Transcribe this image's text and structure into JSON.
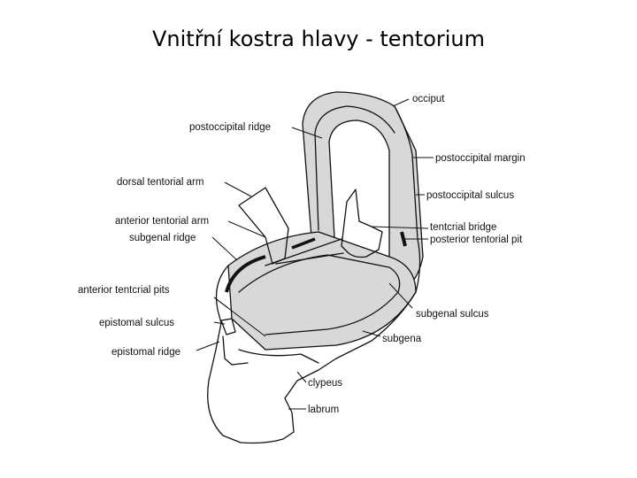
{
  "title": "Vnitřní kostra hlavy - tentorium",
  "labels": {
    "occiput": "occiput",
    "postoccipital_ridge": "postoccipital ridge",
    "postoccipital_margin": "postoccipital margin",
    "dorsal_tentorial_arm": "dorsal tentorial arm",
    "postoccipital_sulcus": "postoccipital sulcus",
    "anterior_tentorial_arm": "anterior tentorial arm",
    "tentorial_bridge": "tentcrial bridge",
    "subgenal_ridge": "subgenal ridge",
    "posterior_tentorial_pit": "posterior tentorial pit",
    "anterior_tentorial_pits": "anterior tentcrial pits",
    "subgenal_sulcus": "subgenal sulcus",
    "epistomal_sulcus": "epistomal sulcus",
    "subgena": "subgena",
    "epistomal_ridge": "epistomal ridge",
    "clypeus": "clypeus",
    "labrum": "labrum"
  },
  "colors": {
    "ink": "#111111",
    "stipple": "#d8d8d8",
    "background": "#ffffff"
  }
}
